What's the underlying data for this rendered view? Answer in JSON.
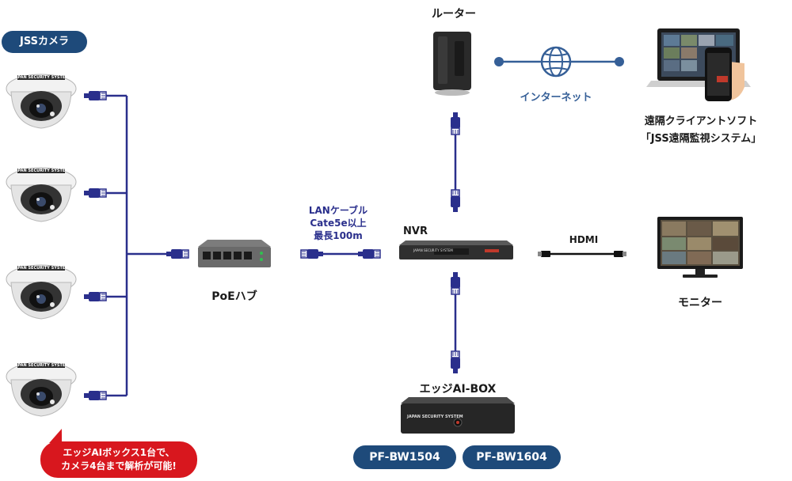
{
  "labels": {
    "camera_pill": "JSSカメラ",
    "router": "ルーター",
    "internet": "インターネット",
    "remote_client_line1": "遠隔クライアントソフト",
    "remote_client_line2": "「JSS遠隔監視システム」",
    "cable_line1": "LANケーブル",
    "cable_line2": "Cate5e以上",
    "cable_line3": "最長100m",
    "nvr": "NVR",
    "hdmi": "HDMI",
    "poe_hub": "PoEハブ",
    "monitor": "モニター",
    "edge_ai_box": "エッジAI-BOX",
    "model_1": "PF-BW1504",
    "model_2": "PF-BW1604",
    "note_line1": "エッジAIボックス1台で、",
    "note_line2": "カメラ4台まで解析が可能!"
  },
  "device_text": {
    "camera_brand": "JAPAN SECURITY SYSTEM",
    "nvr_brand": "JAPAN SECURITY SYSTEM",
    "aibox_brand": "JAPAN SECURITY SYSTEM"
  },
  "colors": {
    "cable": "#2a2f8c",
    "pill": "#1e4a7a",
    "internet_line": "#355f97",
    "note_bubble": "#d8171e",
    "device_dark": "#2d2d2d"
  }
}
